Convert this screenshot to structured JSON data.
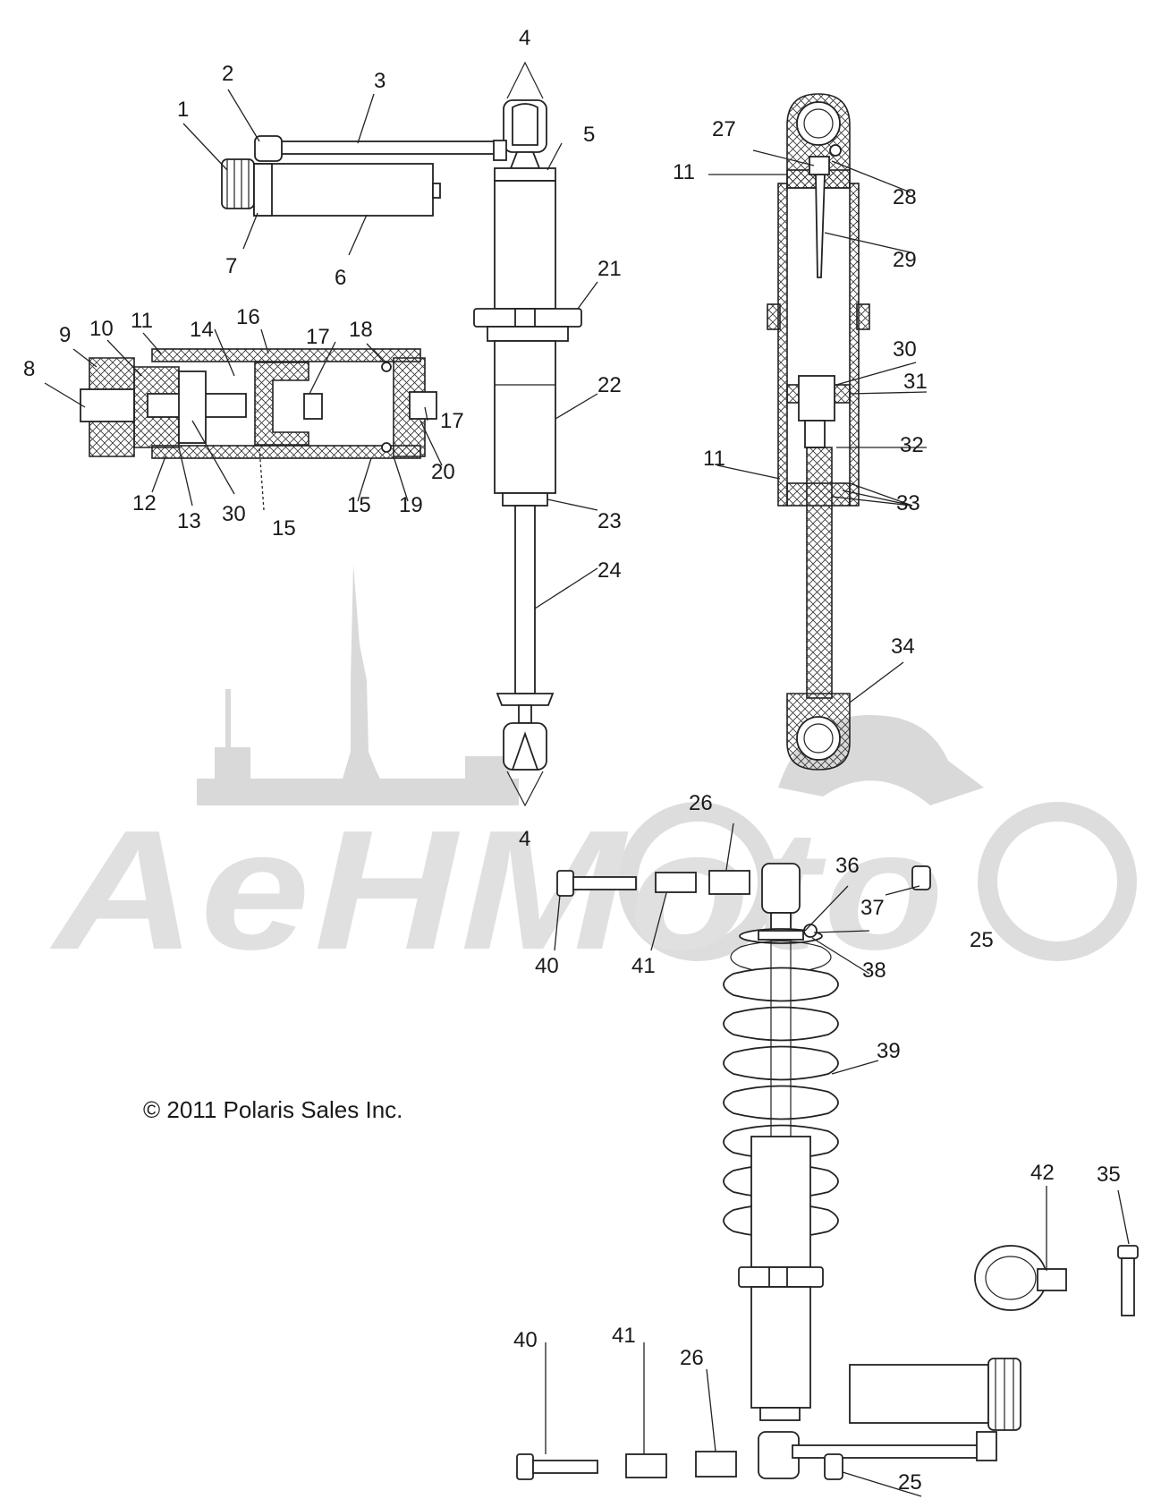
{
  "copyright": "© 2011 Polaris Sales Inc.",
  "watermark": {
    "text": "AeHMoto",
    "color": "#e0e0e0"
  },
  "callouts": [
    {
      "id": "c1",
      "text": "1"
    },
    {
      "id": "c2",
      "text": "2"
    },
    {
      "id": "c3",
      "text": "3"
    },
    {
      "id": "c4a",
      "text": "4"
    },
    {
      "id": "c4b",
      "text": "4"
    },
    {
      "id": "c5",
      "text": "5"
    },
    {
      "id": "c6",
      "text": "6"
    },
    {
      "id": "c7",
      "text": "7"
    },
    {
      "id": "c8",
      "text": "8"
    },
    {
      "id": "c9",
      "text": "9"
    },
    {
      "id": "c10",
      "text": "10"
    },
    {
      "id": "c11a",
      "text": "11"
    },
    {
      "id": "c11b",
      "text": "11"
    },
    {
      "id": "c11c",
      "text": "11"
    },
    {
      "id": "c12",
      "text": "12"
    },
    {
      "id": "c13",
      "text": "13"
    },
    {
      "id": "c14",
      "text": "14"
    },
    {
      "id": "c15a",
      "text": "15"
    },
    {
      "id": "c15b",
      "text": "15"
    },
    {
      "id": "c16",
      "text": "16"
    },
    {
      "id": "c17a",
      "text": "17"
    },
    {
      "id": "c17b",
      "text": "17"
    },
    {
      "id": "c18",
      "text": "18"
    },
    {
      "id": "c19",
      "text": "19"
    },
    {
      "id": "c20",
      "text": "20"
    },
    {
      "id": "c21",
      "text": "21"
    },
    {
      "id": "c22",
      "text": "22"
    },
    {
      "id": "c23",
      "text": "23"
    },
    {
      "id": "c24",
      "text": "24"
    },
    {
      "id": "c25a",
      "text": "25"
    },
    {
      "id": "c25b",
      "text": "25"
    },
    {
      "id": "c26a",
      "text": "26"
    },
    {
      "id": "c26b",
      "text": "26"
    },
    {
      "id": "c27",
      "text": "27"
    },
    {
      "id": "c28",
      "text": "28"
    },
    {
      "id": "c29",
      "text": "29"
    },
    {
      "id": "c30a",
      "text": "30"
    },
    {
      "id": "c30b",
      "text": "30"
    },
    {
      "id": "c31",
      "text": "31"
    },
    {
      "id": "c32",
      "text": "32"
    },
    {
      "id": "c33",
      "text": "33"
    },
    {
      "id": "c34",
      "text": "34"
    },
    {
      "id": "c35",
      "text": "35"
    },
    {
      "id": "c36",
      "text": "36"
    },
    {
      "id": "c37",
      "text": "37"
    },
    {
      "id": "c38",
      "text": "38"
    },
    {
      "id": "c39",
      "text": "39"
    },
    {
      "id": "c40a",
      "text": "40"
    },
    {
      "id": "c40b",
      "text": "40"
    },
    {
      "id": "c41a",
      "text": "41"
    },
    {
      "id": "c41b",
      "text": "41"
    },
    {
      "id": "c42",
      "text": "42"
    }
  ]
}
